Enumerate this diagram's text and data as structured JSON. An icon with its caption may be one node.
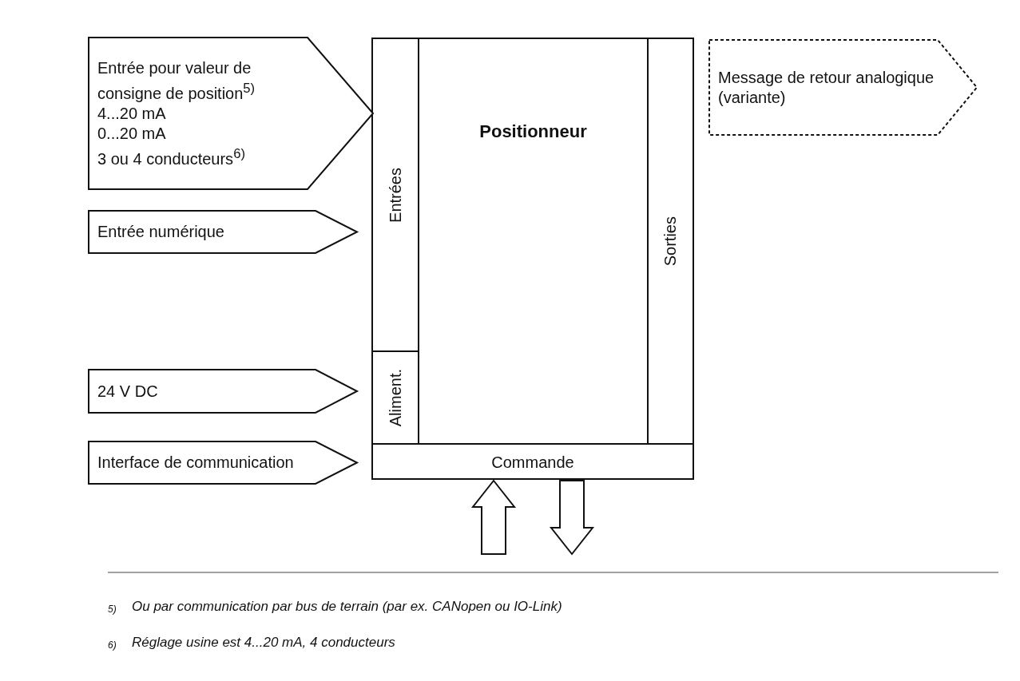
{
  "diagram": {
    "nodes": [
      {
        "text": [
          "Positionneur"
        ]
      },
      {
        "text": [
          "Entrées"
        ],
        "in": 0
      },
      {
        "text": [
          "Aliment."
        ],
        "in": 0
      },
      {
        "text": [
          "Sorties"
        ],
        "in": 0
      },
      {
        "text": [
          "Commande"
        ],
        "in": 0
      },
      {
        "text": [
          "Entrée pour valeur de consigne de position$^{5)}$",
          "4...20 mA",
          "0...20 mA",
          "3 ou 4 conducteurs$^{6)}$"
        ]
      },
      {
        "text": [
          "Entrée numérique"
        ]
      },
      {
        "text": [
          "24 V DC"
        ]
      },
      {
        "text": [
          "Interface de communication"
        ]
      },
      {
        "text": [
          "Message de retour analogique (variante)"
        ]
      }
    ],
    "edges": [
      {
        "from": null,
        "to": 4,
        "arrow": "to"
      },
      {
        "from": 4,
        "to": null,
        "arrow": "to"
      }
    ],
    "labels": [
      "5)",
      "Ou par communication par bus de terrain (par ex. CANopen ou IO-Link)",
      "6)",
      "Réglage usine est 4...20 mA, 4 conducteurs"
    ]
  }
}
